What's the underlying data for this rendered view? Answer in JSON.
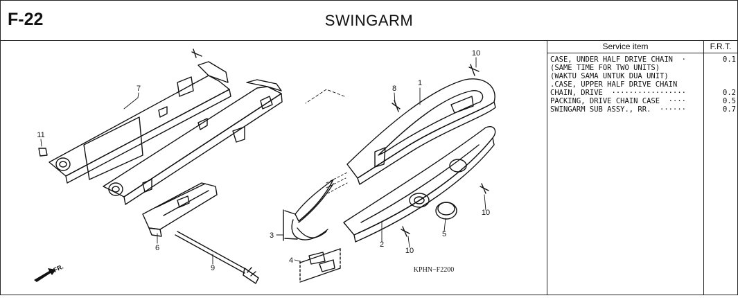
{
  "header": {
    "code": "F-22",
    "title": "SWINGARM"
  },
  "table": {
    "col_item": "Service item",
    "col_frt": "F.R.T.",
    "rows": [
      {
        "name": "CASE, UNDER HALF DRIVE CHAIN  ·",
        "value": "0.1"
      },
      {
        "name": "(SAME TIME FOR TWO UNITS)",
        "value": ""
      },
      {
        "name": "(WAKTU SAMA UNTUK DUA UNIT)",
        "value": ""
      },
      {
        "name": ".CASE, UPPER HALF DRIVE CHAIN",
        "value": ""
      },
      {
        "name": "CHAIN, DRIVE  ·················",
        "value": "0.2"
      },
      {
        "name": "PACKING, DRIVE CHAIN CASE  ····",
        "value": "0.5"
      },
      {
        "name": "SWINGARM SUB ASSY., RR.  ······",
        "value": "0.7"
      }
    ]
  },
  "diagram": {
    "callouts": [
      "1",
      "2",
      "3",
      "4",
      "5",
      "6",
      "7",
      "8",
      "9",
      "10",
      "10",
      "10",
      "11"
    ],
    "ref_code": "KPHN−F2200",
    "direction_label": "FR."
  }
}
